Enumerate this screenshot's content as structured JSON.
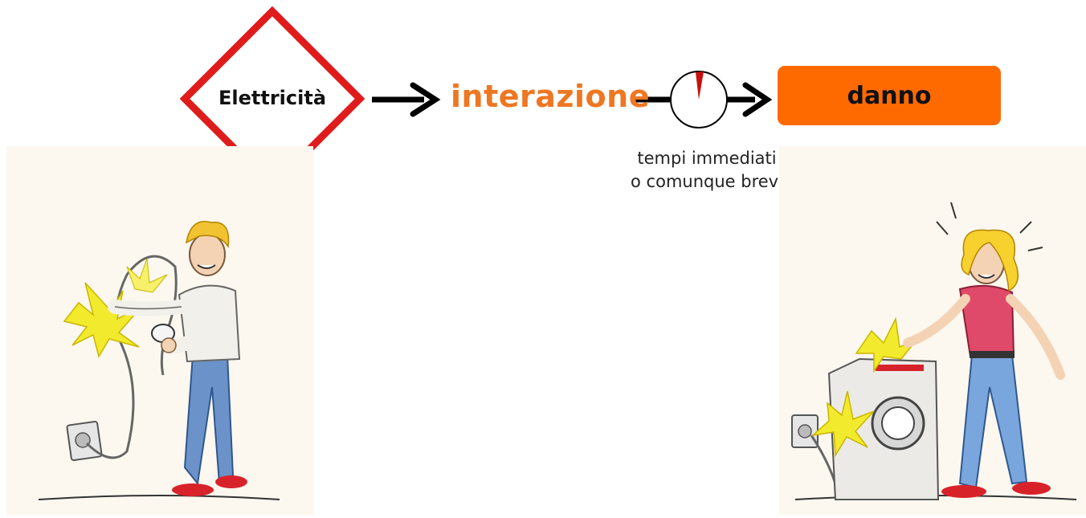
{
  "diagram": {
    "hazard": {
      "label": "Elettricità",
      "border_color": "#e01b1b"
    },
    "interaction": {
      "label": "interazione",
      "color": "#ee7722"
    },
    "timer": {
      "caption_line1": "tempi immediati",
      "caption_line2": "o comunque brevi"
    },
    "damage": {
      "label": "danno",
      "fill_color": "#ff6a00"
    }
  },
  "illustrations": {
    "left": {
      "icon": "electric-shock-from-cable-icon"
    },
    "right": {
      "icon": "electric-shock-from-washing-machine-icon"
    }
  }
}
